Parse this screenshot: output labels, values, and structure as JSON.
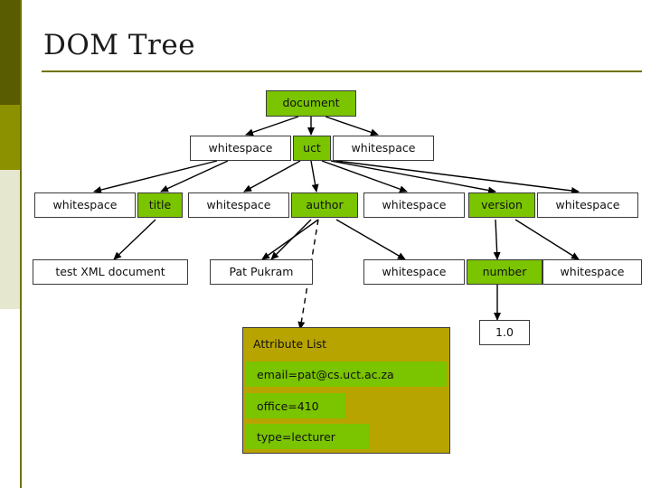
{
  "slide": {
    "title": "DOM Tree",
    "accent_color": "#6f7300",
    "node_green": "#7ac400",
    "node_amber": "#d4a800",
    "attr_box_color": "#b8a400"
  },
  "nodes": {
    "document": "document",
    "ws_root_left": "whitespace",
    "uct": "uct",
    "ws_root_right": "whitespace",
    "ws_l1": "whitespace",
    "title": "title",
    "ws_l2": "whitespace",
    "author": "author",
    "ws_l3": "whitespace",
    "version": "version",
    "ws_l4": "whitespace",
    "test_xml_document": "test XML document",
    "pat_pukram": "Pat Pukram",
    "ws_l5": "whitespace",
    "number": "number",
    "ws_l6": "whitespace",
    "one_point_zero": "1.0"
  },
  "attribute_list": {
    "title": "Attribute List",
    "items": [
      "email=pat@cs.uct.ac.za",
      "office=410",
      "type=lecturer"
    ]
  }
}
